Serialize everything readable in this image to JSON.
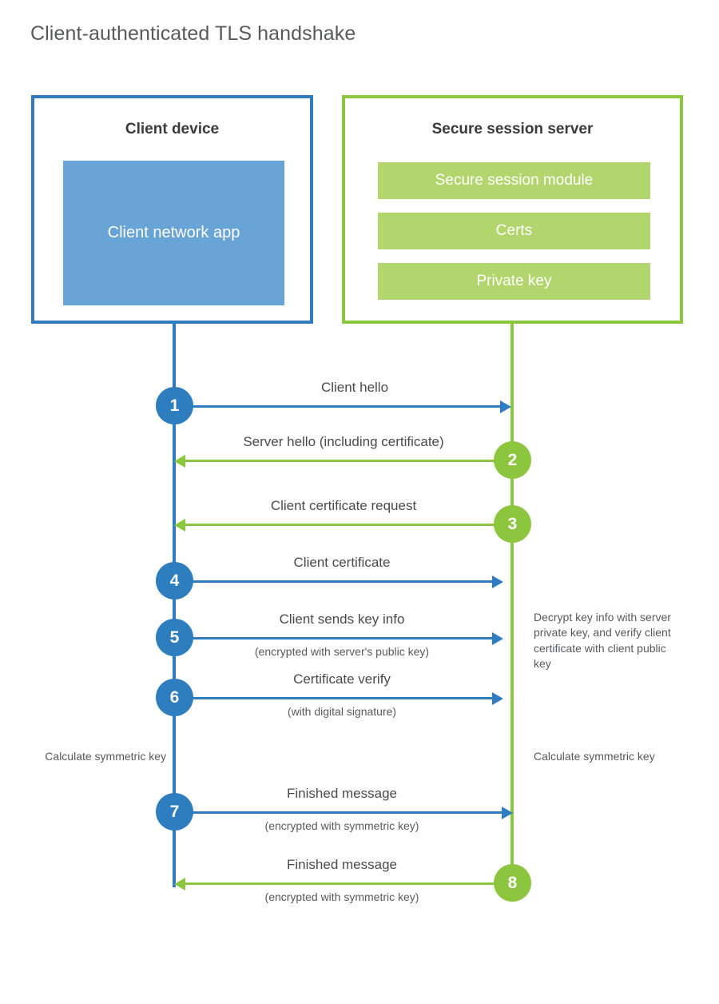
{
  "title": "Client-authenticated TLS handshake",
  "colors": {
    "client_blue": "#2f7cc0",
    "client_app_blue": "#68a4d5",
    "server_green": "#8cc63f",
    "server_block_green": "#b3d56d",
    "text_gray": "#58595b"
  },
  "actors": {
    "client": {
      "title": "Client device",
      "components": [
        "Client network app"
      ]
    },
    "server": {
      "title": "Secure session server",
      "components": [
        "Secure session module",
        "Certs",
        "Private key"
      ]
    }
  },
  "steps": [
    {
      "number": "1",
      "label": "Client hello",
      "sub": "",
      "direction": "client-to-server"
    },
    {
      "number": "2",
      "label": "Server hello (including certificate)",
      "sub": "",
      "direction": "server-to-client"
    },
    {
      "number": "3",
      "label": "Client certificate request",
      "sub": "",
      "direction": "server-to-client"
    },
    {
      "number": "4",
      "label": "Client certificate",
      "sub": "",
      "direction": "client-to-server"
    },
    {
      "number": "5",
      "label": "Client sends key info",
      "sub": "(encrypted with server's public key)",
      "direction": "client-to-server"
    },
    {
      "number": "6",
      "label": "Certificate verify",
      "sub": "(with digital signature)",
      "direction": "client-to-server"
    },
    {
      "number": "7",
      "label": "Finished message",
      "sub": "(encrypted with symmetric key)",
      "direction": "client-to-server"
    },
    {
      "number": "8",
      "label": "Finished message",
      "sub": "(encrypted with symmetric key)",
      "direction": "server-to-client"
    }
  ],
  "notes": {
    "server_decrypt": "Decrypt key info with server private key, and verify client certificate with client public key",
    "client_calculate": "Calculate symmetric key",
    "server_calculate": "Calculate symmetric key"
  }
}
